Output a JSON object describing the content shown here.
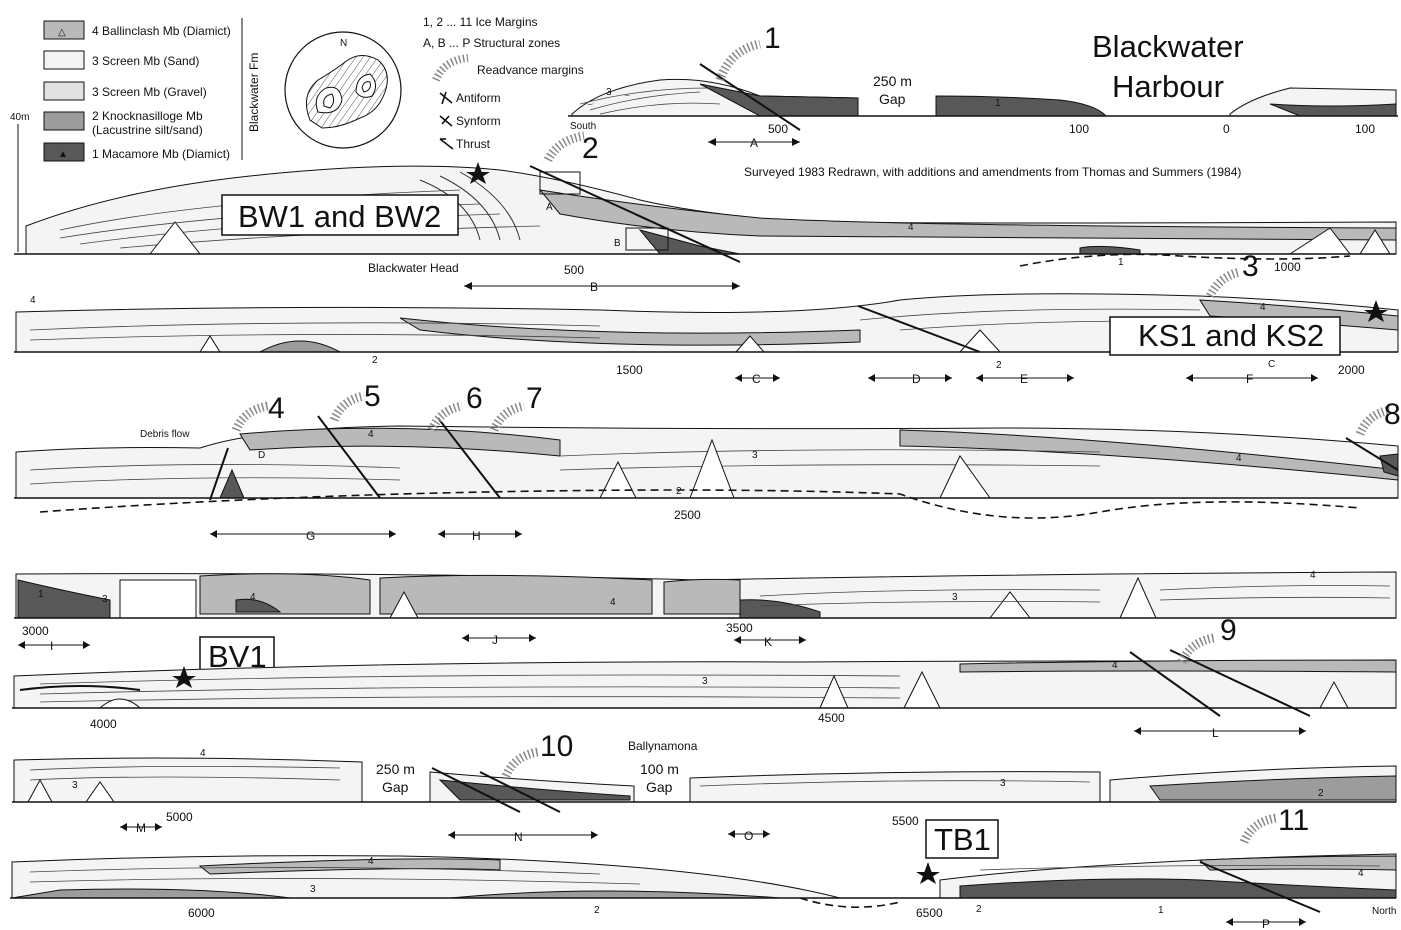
{
  "title": {
    "line1": "Blackwater",
    "line2": "Harbour"
  },
  "credit": "Surveyed 1983  Redrawn, with additions and amendments from Thomas and Summers (1984)",
  "legend": {
    "group_label": "Blackwater Fm",
    "units": [
      {
        "label": "4 Ballinclash Mb (Diamict)",
        "fill": "#b9b9b9",
        "symbol": "△"
      },
      {
        "label": "3 Screen Mb (Sand)",
        "fill": "#f4f4f4",
        "symbol": ""
      },
      {
        "label": "3 Screen Mb (Gravel)",
        "fill": "#e2e2e2",
        "symbol": ""
      },
      {
        "label": "2 Knocknasilloge Mb",
        "label2": "(Lacustrine silt/sand)",
        "fill": "#9c9c9c",
        "symbol": ""
      },
      {
        "label": "1 Macamore Mb (Diamict)",
        "fill": "#585858",
        "symbol": "▲"
      }
    ],
    "symbols": [
      {
        "label": "1, 2 ... 11 Ice Margins"
      },
      {
        "label": "A, B ... P  Structural zones"
      },
      {
        "label": "Readvance margins"
      },
      {
        "label": "Antiform"
      },
      {
        "label": "Synform"
      },
      {
        "label": "Thrust"
      }
    ],
    "north_label": "N",
    "scale_label": "40m"
  },
  "sites": [
    "BW1 and BW2",
    "KS1 and KS2",
    "BV1",
    "TB1"
  ],
  "ice_margins": [
    "1",
    "2",
    "3",
    "4",
    "5",
    "6",
    "7",
    "8",
    "9",
    "10",
    "11"
  ],
  "place_names": {
    "south": "South",
    "north": "North",
    "blackwater_head": "Blackwater Head",
    "ballynamona": "Ballynamona",
    "debris_flow": "Debris flow"
  },
  "gaps": [
    {
      "line1": "250 m",
      "line2": "Gap"
    },
    {
      "line1": "250 m",
      "line2": "Gap"
    },
    {
      "line1": "100 m",
      "line2": "Gap"
    }
  ],
  "distance_labels": [
    "500",
    "100",
    "0",
    "100",
    "500",
    "1000",
    "1500",
    "2000",
    "2500",
    "3000",
    "3500",
    "4000",
    "4500",
    "5000",
    "5500",
    "6000",
    "6500"
  ],
  "zones": [
    "A",
    "B",
    "C",
    "D",
    "E",
    "F",
    "G",
    "H",
    "I",
    "J",
    "K",
    "L",
    "M",
    "N",
    "O",
    "P"
  ],
  "inline_labels": [
    "1",
    "2",
    "3",
    "4",
    "A",
    "B",
    "C",
    "D"
  ],
  "colors": {
    "unit4": "#b9b9b9",
    "unit3_sand": "#f4f4f4",
    "unit3_gravel": "#e2e2e2",
    "unit2": "#9c9c9c",
    "unit1": "#585858"
  }
}
